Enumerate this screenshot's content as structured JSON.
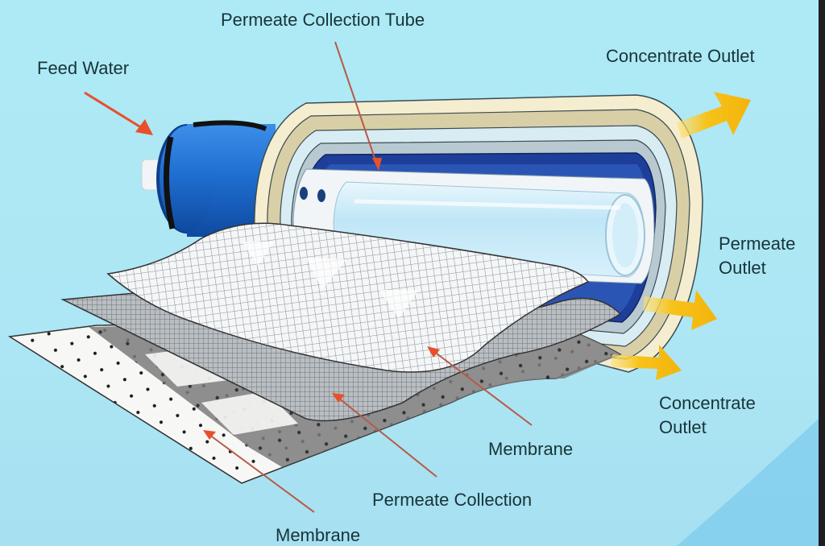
{
  "diagram": {
    "subject": "Spiral-wound reverse osmosis membrane element (cutaway)",
    "labels": {
      "feed_water": "Feed Water",
      "permeate_collection_tube": "Permeate Collection Tube",
      "concentrate_outlet_top": "Concentrate Outlet",
      "permeate_outlet_line1": "Permeate",
      "permeate_outlet_line2": "Outlet",
      "concentrate_outlet_bottom_line1": "Concentrate",
      "concentrate_outlet_bottom_line2": "Outlet",
      "membrane_upper": "Membrane",
      "permeate_collection": "Permeate Collection",
      "membrane_lower": "Membrane"
    },
    "colors": {
      "background": "#aeeaf6",
      "label_text": "#173437",
      "pointer_red": "#e8502a",
      "flow_arrow_yellow": "#f7c21a",
      "element_blue": "#1f6fd1",
      "shell_cream": "#f3ecc8",
      "inner_navy": "#1d3f9a"
    }
  }
}
